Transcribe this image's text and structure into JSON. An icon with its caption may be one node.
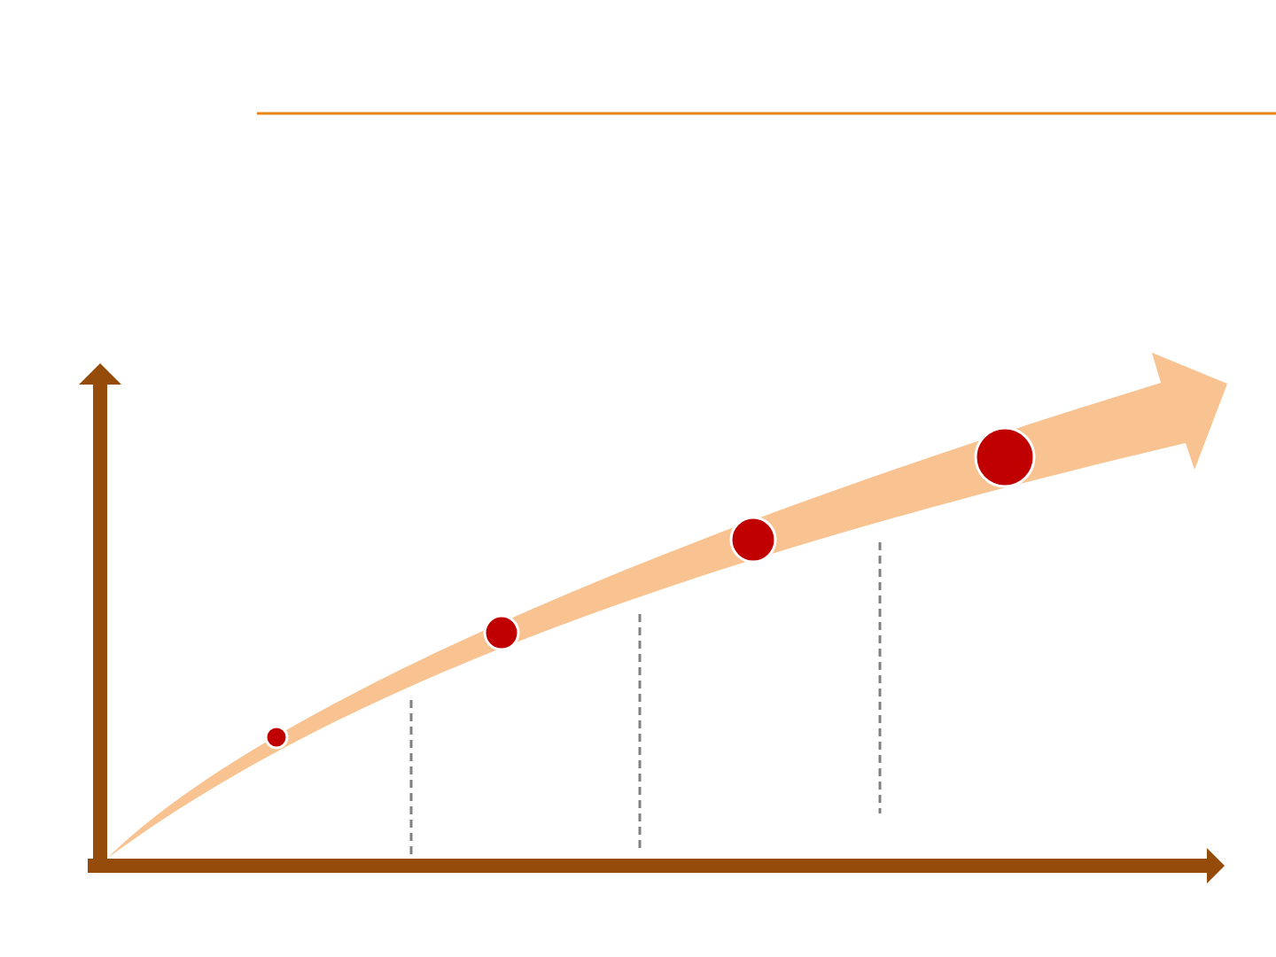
{
  "diagram": {
    "nodes": [
      {
        "text": [],
        "shape": "circle"
      },
      {
        "text": [],
        "shape": "circle"
      },
      {
        "text": [],
        "shape": "circle"
      },
      {
        "text": [],
        "shape": "circle"
      }
    ]
  }
}
